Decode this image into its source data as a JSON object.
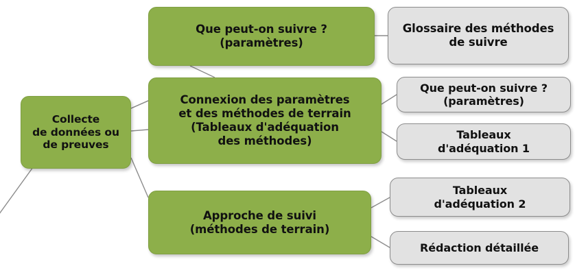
{
  "diagram": {
    "title": "Collecte de donnees ou de preuves - arborescence",
    "colors": {
      "green_fill": "#8DAF4A",
      "green_border": "#7F9F42",
      "grey_fill": "#E2E2E2",
      "grey_border": "#8B8B8B",
      "text": "#111111",
      "connector": "#8C8C8C",
      "background": "#FFFFFF"
    },
    "nodes": {
      "collecte": {
        "lines": [
          "Collecte",
          "de données ou",
          "de preuves"
        ],
        "style": "green"
      },
      "que_peut_on_suivre": {
        "lines": [
          "Que peut-on suivre ?",
          "(paramètres)"
        ],
        "style": "green"
      },
      "connexion": {
        "lines": [
          "Connexion des paramètres",
          "et des méthodes de terrain",
          "(Tableaux d'adéquation",
          "des méthodes)"
        ],
        "style": "green"
      },
      "approche": {
        "lines": [
          "Approche de suivi",
          "(méthodes de terrain)"
        ],
        "style": "green"
      },
      "glossaire": {
        "lines": [
          "Glossaire des méthodes",
          "de suivre"
        ],
        "style": "grey"
      },
      "que_peut_on_suivre_ref": {
        "lines": [
          "Que peut-on suivre ?",
          "(paramètres)"
        ],
        "style": "grey"
      },
      "tableaux_1": {
        "lines": [
          "Tableaux",
          "d'adéquation 1"
        ],
        "style": "grey"
      },
      "tableaux_2": {
        "lines": [
          "Tableaux",
          "d'adéquation 2"
        ],
        "style": "grey"
      },
      "redaction": {
        "lines": [
          "Rédaction détaillée"
        ],
        "style": "grey"
      }
    },
    "edges": [
      {
        "from": "offscreen-parent",
        "to": "collecte"
      },
      {
        "from": "collecte",
        "to": "que_peut_on_suivre"
      },
      {
        "from": "collecte",
        "to": "connexion"
      },
      {
        "from": "collecte",
        "to": "approche"
      },
      {
        "from": "que_peut_on_suivre",
        "to": "glossaire"
      },
      {
        "from": "connexion",
        "to": "que_peut_on_suivre_ref"
      },
      {
        "from": "connexion",
        "to": "tableaux_1"
      },
      {
        "from": "approche",
        "to": "tableaux_2"
      },
      {
        "from": "approche",
        "to": "redaction"
      }
    ]
  }
}
